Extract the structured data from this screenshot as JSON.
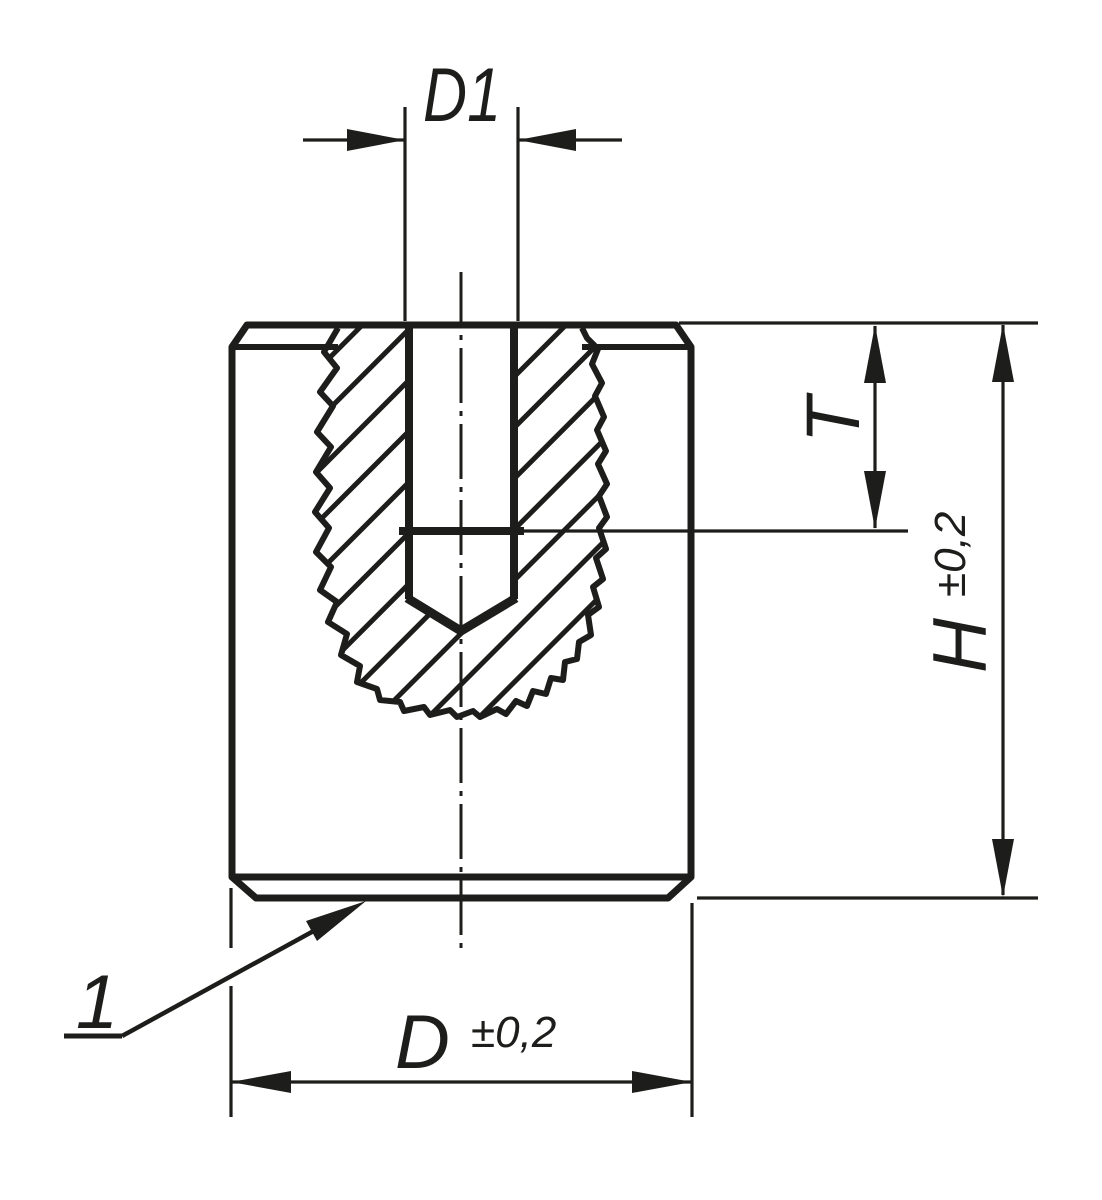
{
  "drawing": {
    "colors": {
      "ink": "#1d1d1b",
      "background": "#ffffff"
    },
    "dimensions": {
      "d1": {
        "label": "D1"
      },
      "t": {
        "label": "T"
      },
      "h": {
        "label": "H",
        "tolerance": "±0,2"
      },
      "d": {
        "label": "D",
        "tolerance": "±0,2"
      }
    },
    "callouts": {
      "item1": {
        "label": "1"
      }
    }
  }
}
